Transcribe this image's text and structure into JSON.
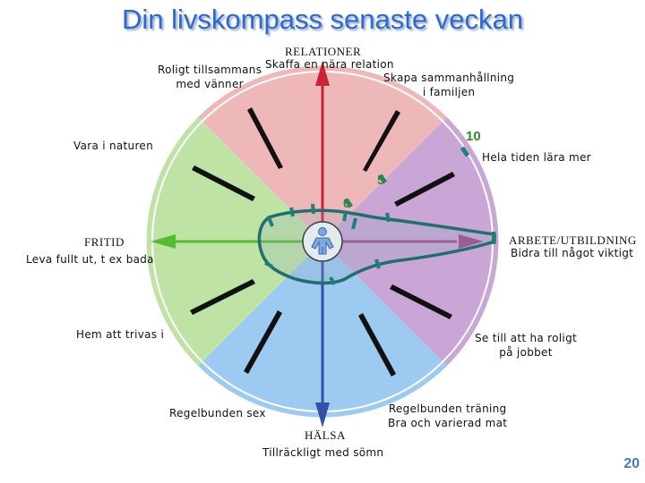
{
  "title": "Din livskompass senaste veckan",
  "categories": {
    "top": "RELATIONER",
    "left": "FRITID",
    "right": "ARBETE/UTBILDNING",
    "bottom": "HÄLSA"
  },
  "labels": {
    "roligt": "Roligt tillsammans\nmed vänner",
    "skaffa": "Skaffa en nära relation",
    "skapa": "Skapa sammanhållning\ni familjen",
    "natur": "Vara i naturen",
    "lara": "Hela tiden lära mer",
    "leva": "Leva fullt ut, t ex bada",
    "bidra": "Bidra till något viktigt",
    "hem": "Hem att trivas i",
    "roligt_jobb": "Se till att ha roligt\npå jobbet",
    "sex": "Regelbunden sex",
    "traning": "Regelbunden träning\nBra och varierad mat",
    "somn": "Tillräckligt med sömn"
  },
  "scale_labels": {
    "zero": "0",
    "five": "5",
    "ten": "10"
  },
  "page_number": "20",
  "colors": {
    "relationer": "#efb8b8",
    "arbete": "#c9a6d6",
    "halsa": "#9ccaf0",
    "fritid": "#bfe3a4",
    "arrow_up": "#cc2233",
    "arrow_left": "#55bb33",
    "arrow_right": "#994488",
    "arrow_down": "#334faa",
    "spokes": "#111111",
    "profile": "#1f6f6a",
    "title": "#2b6ad6"
  },
  "icons": {
    "center": "person-icon"
  }
}
